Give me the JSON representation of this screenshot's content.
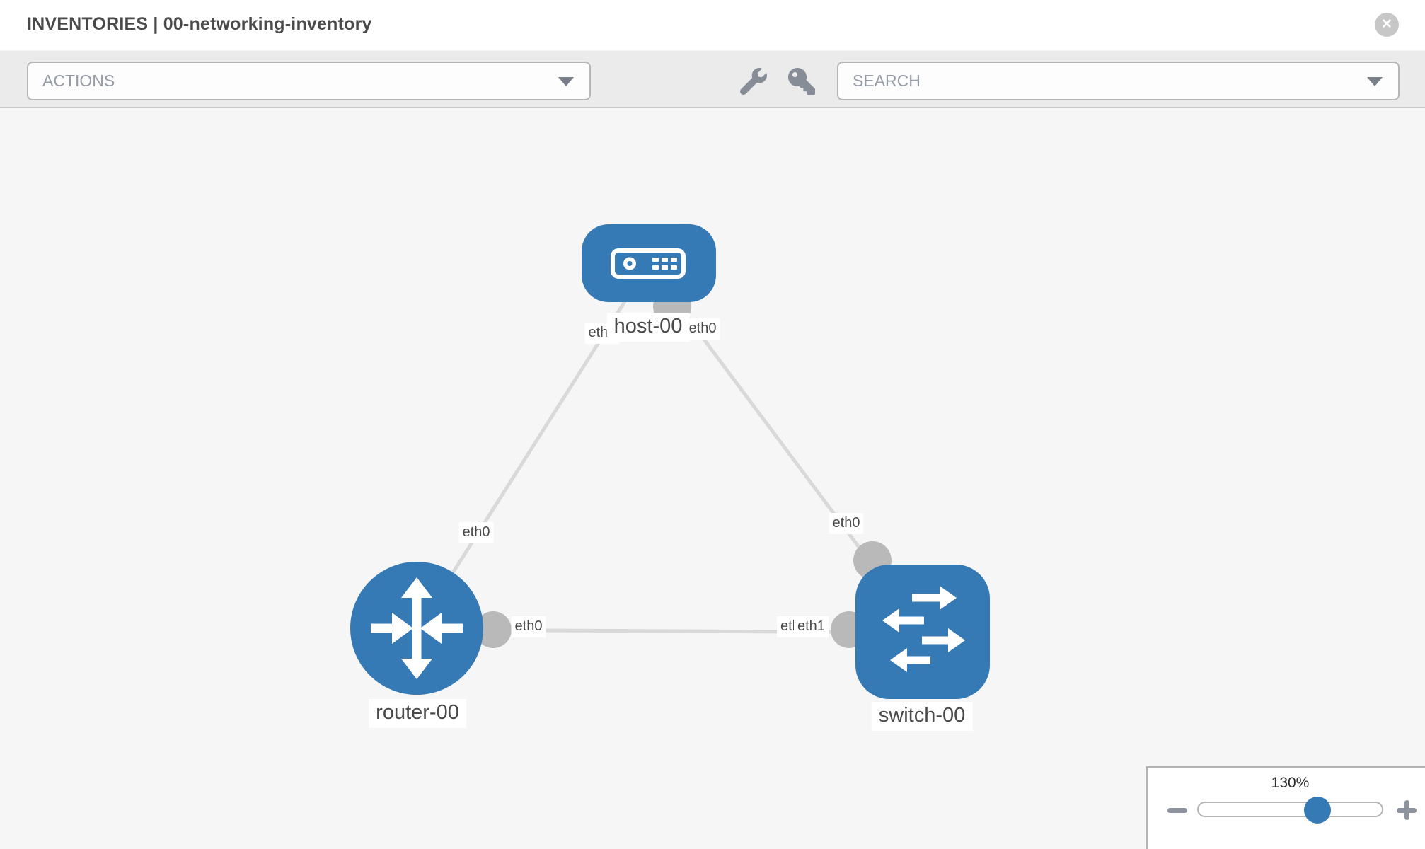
{
  "header": {
    "title": "INVENTORIES | 00-networking-inventory",
    "close_icon": "✕"
  },
  "toolbar": {
    "actions_label": "ACTIONS",
    "search_placeholder": "SEARCH",
    "icons": [
      "wrench-icon",
      "key-icon"
    ]
  },
  "canvas": {
    "nodes": [
      {
        "id": "host-00",
        "label": "host-00",
        "type": "host"
      },
      {
        "id": "router-00",
        "label": "router-00",
        "type": "router"
      },
      {
        "id": "switch-00",
        "label": "switch-00",
        "type": "switch"
      }
    ],
    "links": [
      {
        "from": "router-00",
        "from_iface": "eth0",
        "to": "host-00",
        "to_iface": "eth0"
      },
      {
        "from": "host-00",
        "from_iface": "eth0",
        "to": "switch-00",
        "to_iface": "eth0"
      },
      {
        "from": "router-00",
        "from_iface": "eth0",
        "to": "switch-00",
        "to_iface": "eth1"
      }
    ],
    "interface_labels": [
      "eth0",
      "eth0",
      "eth0",
      "eth0",
      "eth0",
      "eth0",
      "eth1"
    ],
    "colors": {
      "node_blue": "#3579b5",
      "link_gray": "#d9d9d9",
      "endpoint_gray": "#b9b9b9",
      "background": "#f6f6f6"
    }
  },
  "zoom_panel": {
    "level": "130%",
    "icons": [
      "minus-icon",
      "plus-icon"
    ]
  }
}
